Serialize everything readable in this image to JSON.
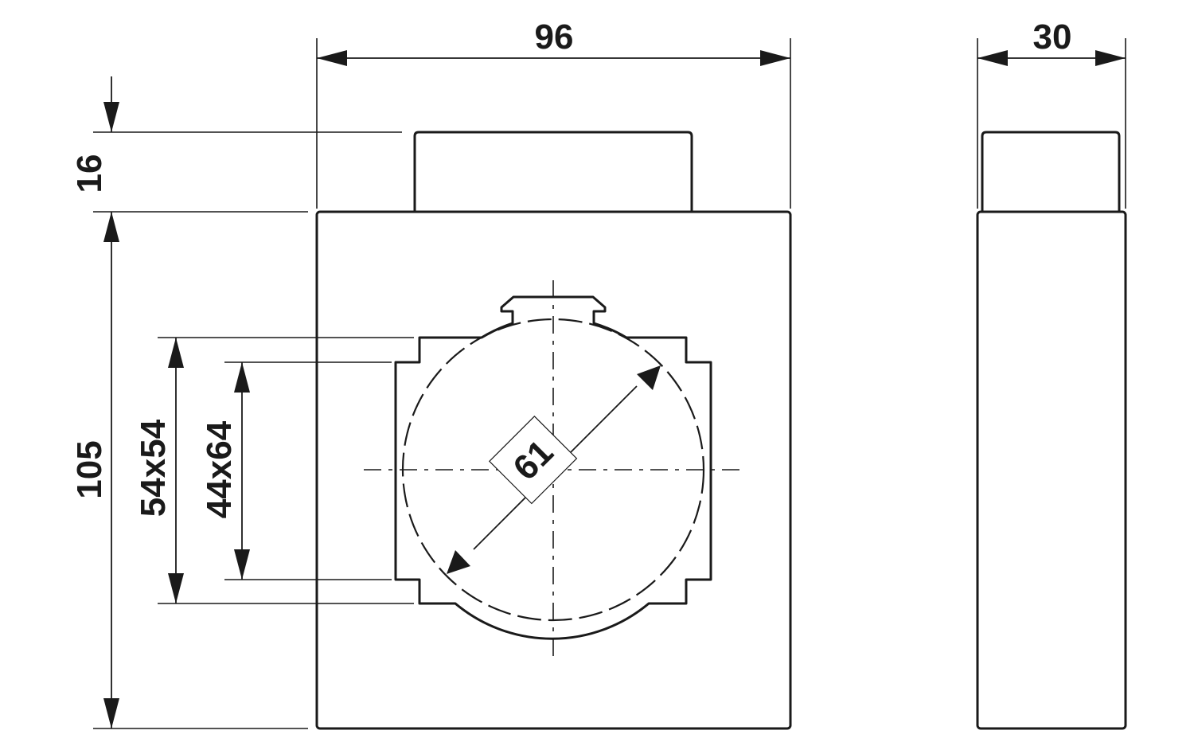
{
  "drawing": {
    "dimensions": {
      "overall_width": "96",
      "side_depth": "30",
      "top_block_height": "16",
      "body_height": "105",
      "outer_window": "54x54",
      "inner_window": "44x64",
      "round_diameter": "61"
    }
  }
}
